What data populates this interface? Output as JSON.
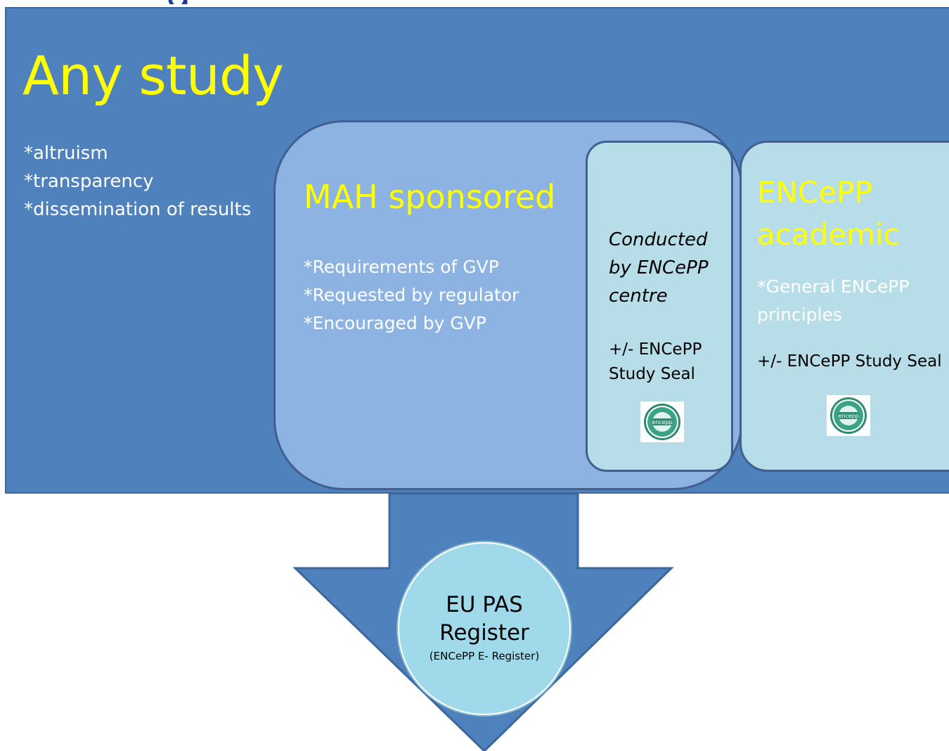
{
  "top_fragment": "g",
  "any_study": {
    "title": "Any study",
    "bullets": [
      "*altruism",
      "*transparency",
      "*dissemination of results"
    ]
  },
  "mah_sponsored": {
    "title": "MAH sponsored",
    "bullets": [
      "*Requirements of GVP",
      "*Requested by regulator",
      "*Encouraged by GVP"
    ]
  },
  "conducted": {
    "text": "Conducted\nby ENCePP\ncentre",
    "seal_text": "+/- ENCePP\nStudy Seal"
  },
  "encepp_academic": {
    "title": "ENCePP\nacademic",
    "principles": "*General ENCePP\nprinciples",
    "seal_text": "+/- ENCePP Study Seal"
  },
  "seal_logo_text": "encepp",
  "register": {
    "title": "EU PAS\nRegister",
    "subtitle": "(ENCePP E- Register)"
  },
  "colors": {
    "outer_panel": "#4f81bd",
    "mah_panel": "#8db3e2",
    "light_panels": "#b7dde8",
    "highlight_text": "#ffff00",
    "register_circle": "#a0daea"
  }
}
